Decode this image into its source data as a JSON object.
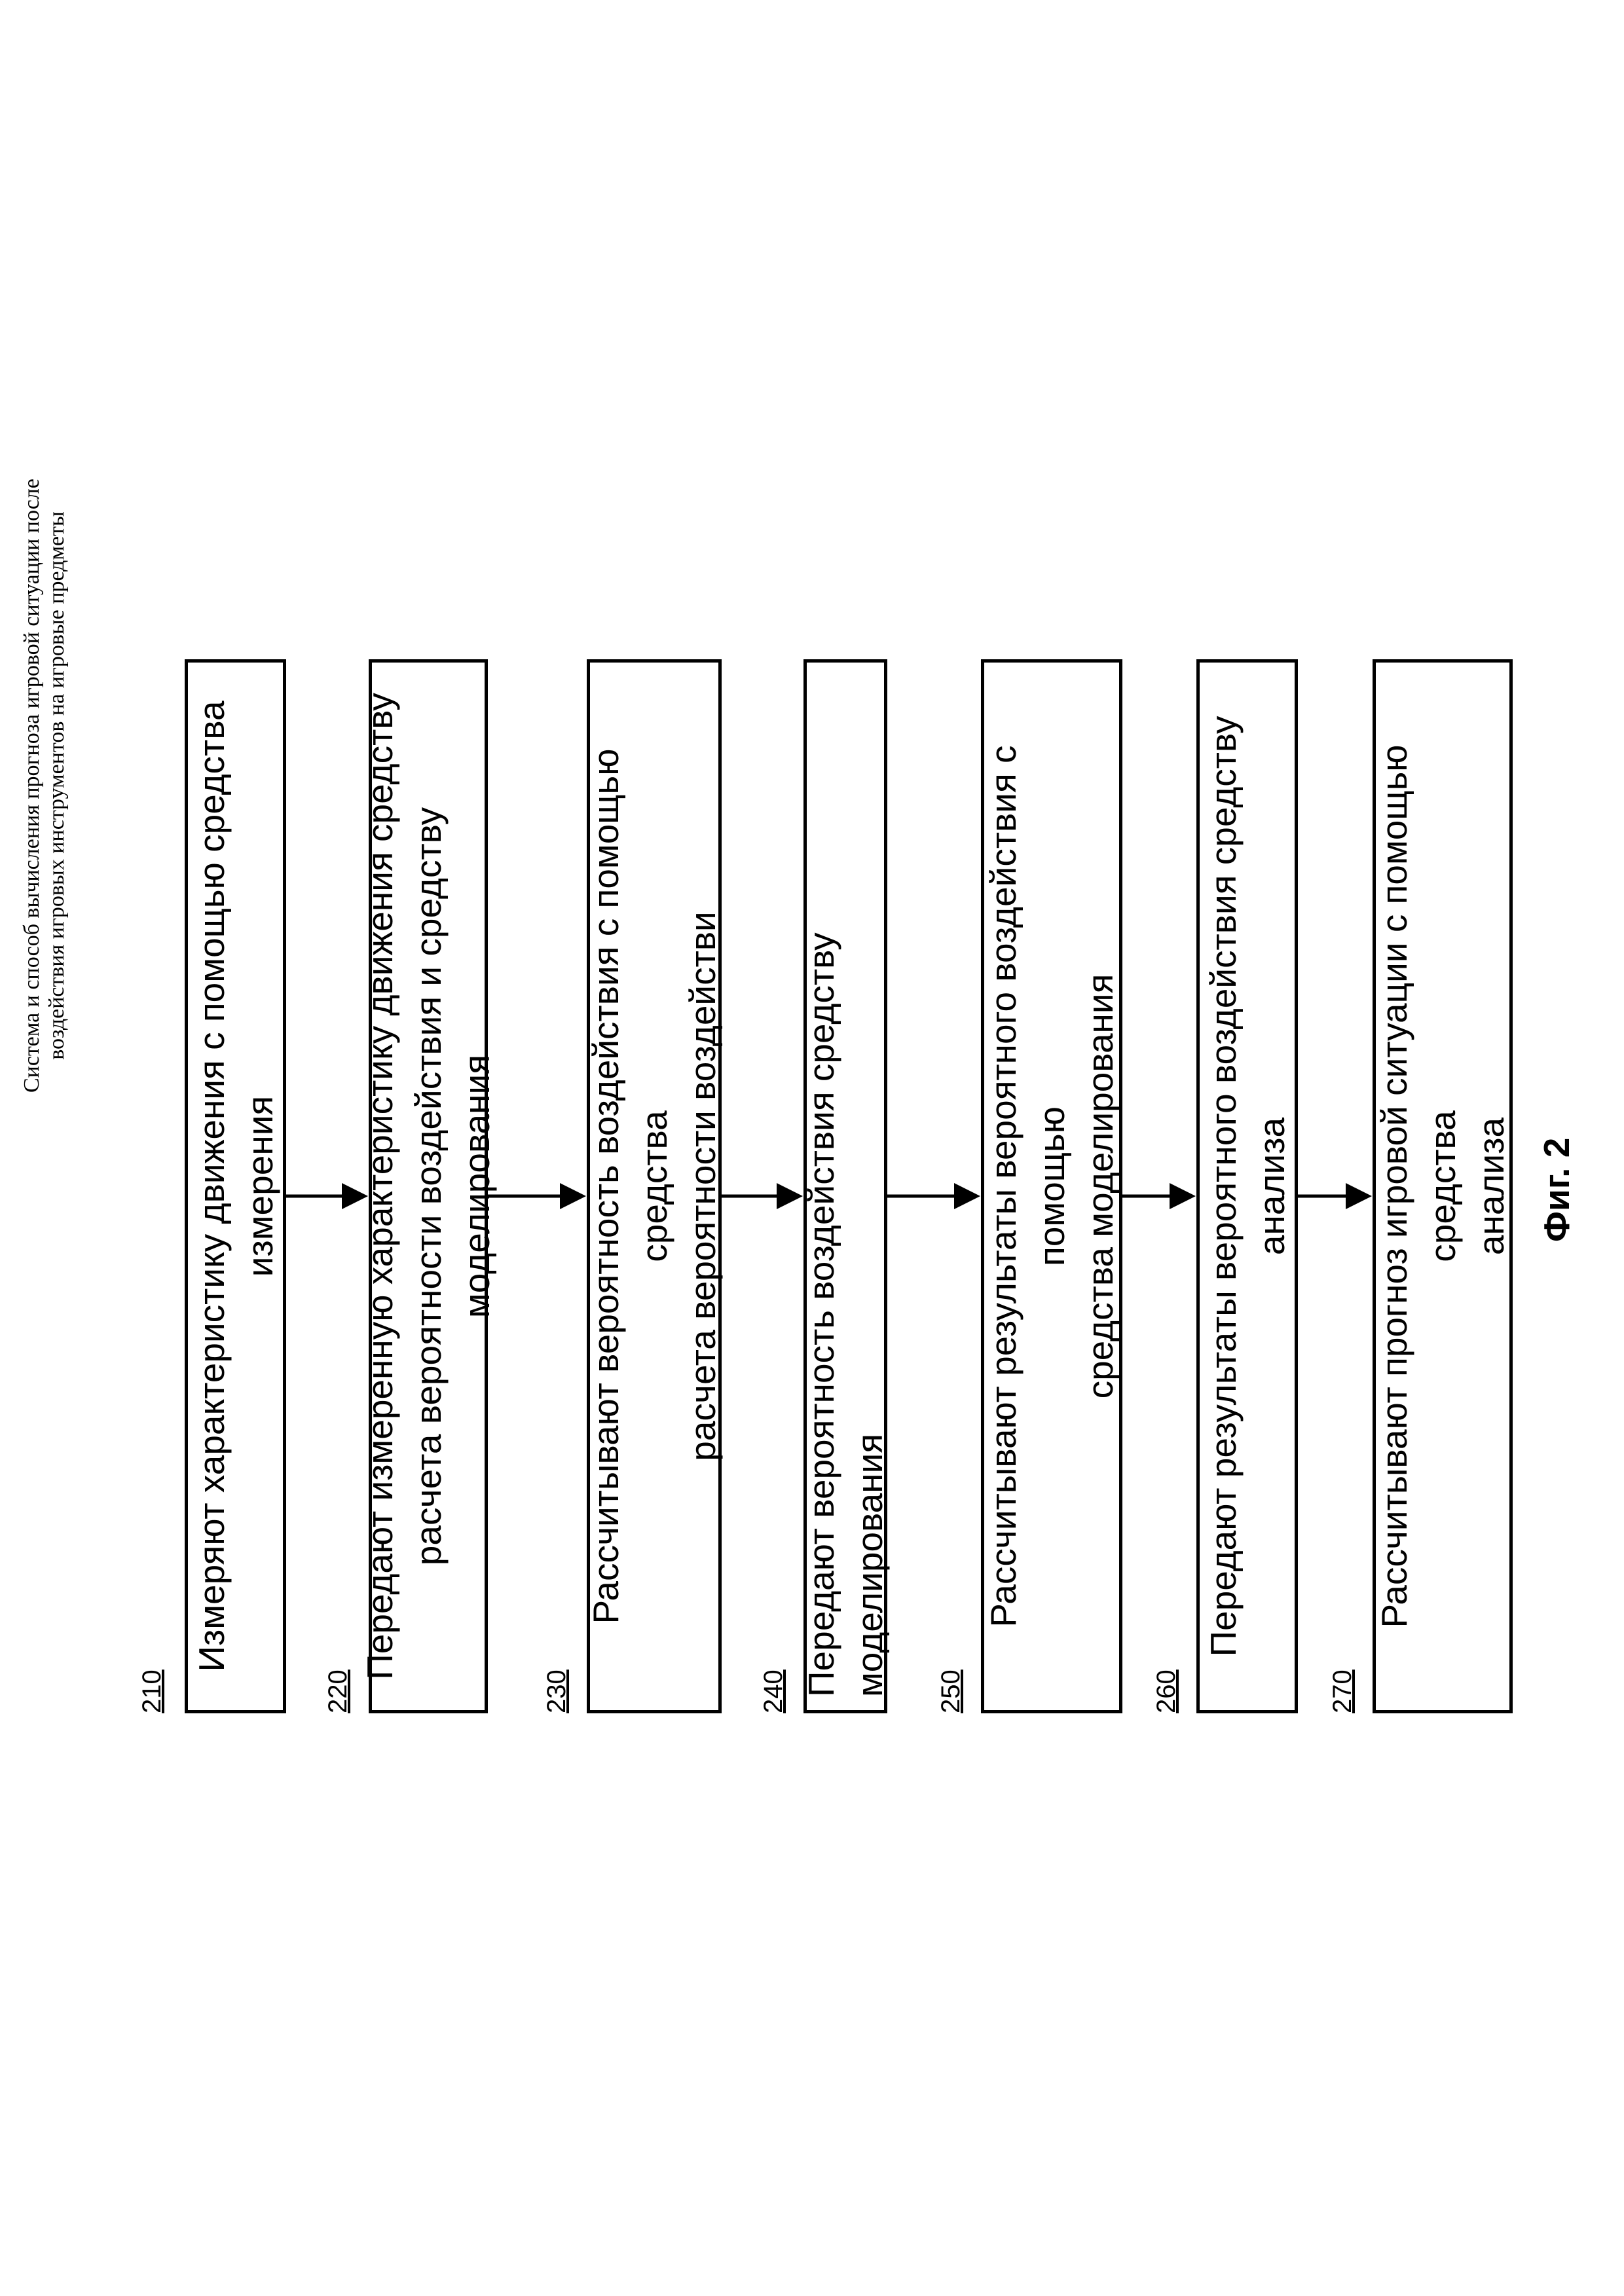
{
  "header": {
    "line1": "Система и способ вычисления прогноза игровой ситуации после",
    "line2": "воздействия игровых инструментов на игровые предметы"
  },
  "steps": [
    {
      "num": "210",
      "line1": "Измеряют характеристику движения с помощью средства",
      "line2": "измерения"
    },
    {
      "num": "220",
      "line1": "Передают измеренную характеристику движения средству",
      "line2": "расчета вероятности воздействия и средству моделирования"
    },
    {
      "num": "230",
      "line1": "Рассчитывают вероятность воздействия с помощью средства",
      "line2": "расчета вероятности воздействи"
    },
    {
      "num": "240",
      "line1": "Передают вероятность воздействия средству моделирования",
      "line2": ""
    },
    {
      "num": "250",
      "line1": "Рассчитывают результаты вероятного воздействия с помощью",
      "line2": "средства моделирования"
    },
    {
      "num": "260",
      "line1": "Передают результаты вероятного воздействия средству",
      "line2": "анализа"
    },
    {
      "num": "270",
      "line1": "Рассчитывают прогноз игровой ситуации с помощью средства",
      "line2": "анализа"
    }
  ],
  "figure_label": "Фиг. 2"
}
